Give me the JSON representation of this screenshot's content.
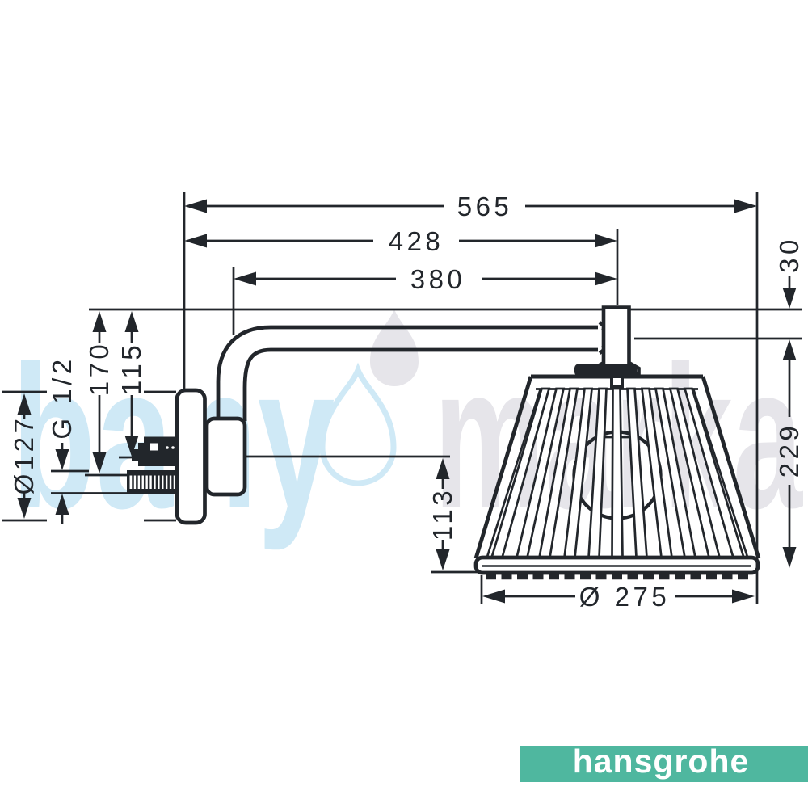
{
  "drawing": {
    "kind": "technical dimension drawing of a wall-mounted lamp-style overhead shower with shower arm",
    "dims": {
      "d565": "565",
      "d428": "428",
      "d380": "380",
      "d30": "30",
      "d229": "229",
      "d275": "Ø 275",
      "d113": "113",
      "d170": "170",
      "d115": "115",
      "thread": "G 1/2",
      "d127": "Ø127"
    }
  },
  "watermark": {
    "left": "bany",
    "right": "marka",
    "blue": "#cfe9f6",
    "gray": "#e6e5ea"
  },
  "logo": {
    "label": "hansgrohe",
    "background": "#4fb79f",
    "text_color": "#ffffff"
  },
  "colors": {
    "ink": "#22262b",
    "background": "#ffffff"
  }
}
